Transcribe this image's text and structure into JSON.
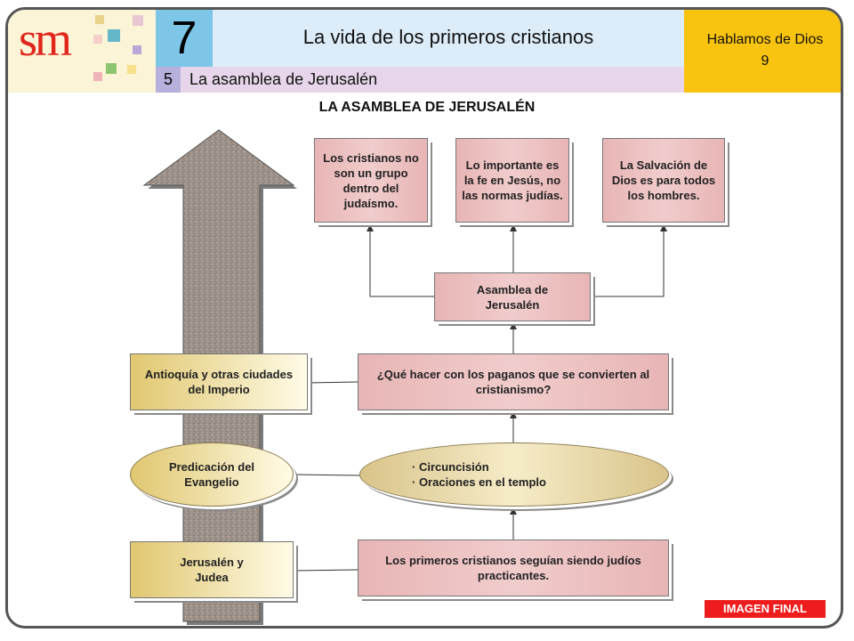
{
  "header": {
    "logo": "sm",
    "unit_number": "7",
    "unit_title": "La vida de los primeros cristianos",
    "section_number": "5",
    "section_title": "La asamblea de Jerusalén",
    "series_line1": "Hablamos de Dios",
    "series_line2": "9"
  },
  "diagram": {
    "title": "LA ASAMBLEA DE JERUSALÉN",
    "top_boxes": [
      "Los cristianos no son un grupo dentro del judaísmo.",
      "Lo importante es la fe en Jesús, no las normas judías.",
      "La Salvación de Dios es para todos los hombres."
    ],
    "assembly": "Asamblea de Jerusalén",
    "question": "¿Qué hacer con los paganos que se convierten al cristianismo?",
    "practices": [
      "· Circuncisión",
      "· Oraciones en el templo"
    ],
    "bottom": "Los primeros cristianos seguían siendo judíos practicantes.",
    "left_stages": {
      "antioquia": "Antioquía y otras ciudades del Imperio",
      "predicacion": "Predicación del Evangelio",
      "jerusalen": "Jerusalén y Judea"
    }
  },
  "badge": "IMAGEN FINAL",
  "colors": {
    "red": "#e0261d",
    "blue": "#7ec6e8",
    "yellow": "#f9c40f",
    "pink_box": "#e8b5b5",
    "gold_box": "#e0c770"
  }
}
